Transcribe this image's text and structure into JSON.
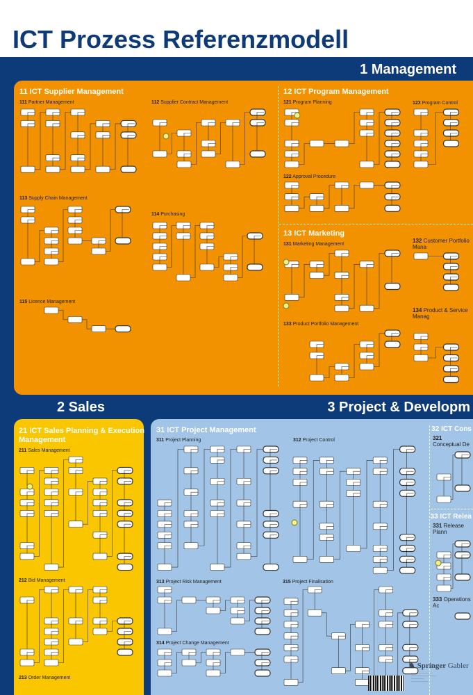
{
  "title": "ICT Prozess Referenzmodell",
  "colors": {
    "navy": "#0d3a78",
    "management": "#f39200",
    "sales": "#f9c600",
    "project": "#a2c4e6"
  },
  "sections": {
    "management": "1 Management",
    "sales": "2 Sales",
    "project": "3 Project & Developm"
  },
  "groups": {
    "g11": {
      "title": "11 ICT Supplier Management",
      "items": [
        {
          "num": "111",
          "label": "Partner Management"
        },
        {
          "num": "112",
          "label": "Supplier Contract  Management"
        },
        {
          "num": "113",
          "label": "Supply Chain Management"
        },
        {
          "num": "114",
          "label": "Purchasing"
        },
        {
          "num": "115",
          "label": "Licence Management"
        }
      ]
    },
    "g12": {
      "title": "12 ICT Program Management",
      "items": [
        {
          "num": "121",
          "label": "Program Planning"
        },
        {
          "num": "123",
          "label": "Program Control"
        },
        {
          "num": "122",
          "label": "Approval Procedure"
        }
      ]
    },
    "g13": {
      "title": "13 ICT Marketing",
      "items": [
        {
          "num": "131",
          "label": "Marketing Management"
        },
        {
          "num": "132",
          "label": "Customer Portfolio Mana"
        },
        {
          "num": "133",
          "label": "Product  Portfolio Management"
        },
        {
          "num": "134",
          "label": "Product & Service Manag"
        }
      ]
    },
    "g21": {
      "title_1": "21 ICT Sales Planning & Execution",
      "title_2": "Management",
      "items": [
        {
          "num": "211",
          "label": "Sales Management"
        },
        {
          "num": "212",
          "label": "Bid Management"
        },
        {
          "num": "213",
          "label": "Order Management"
        }
      ]
    },
    "g31": {
      "title": "31 ICT Project Management",
      "items": [
        {
          "num": "311",
          "label": "Project Planning"
        },
        {
          "num": "312",
          "label": "Project Control"
        },
        {
          "num": "313",
          "label": "Project Risk Management"
        },
        {
          "num": "315",
          "label": "Project Finalisation"
        },
        {
          "num": "314",
          "label": "Project Change Management"
        }
      ]
    },
    "g32": {
      "title": "32 ICT Cons",
      "items": [
        {
          "num": "321",
          "label": "Conceptual De"
        }
      ]
    },
    "g33": {
      "title": "33 ICT Relea",
      "items": [
        {
          "num": "331",
          "label": "Release Plann"
        },
        {
          "num": "333",
          "label": "Operations Ac"
        }
      ]
    }
  },
  "publisher": {
    "name_bold": "Springer",
    "name_regular": "Gabler"
  }
}
